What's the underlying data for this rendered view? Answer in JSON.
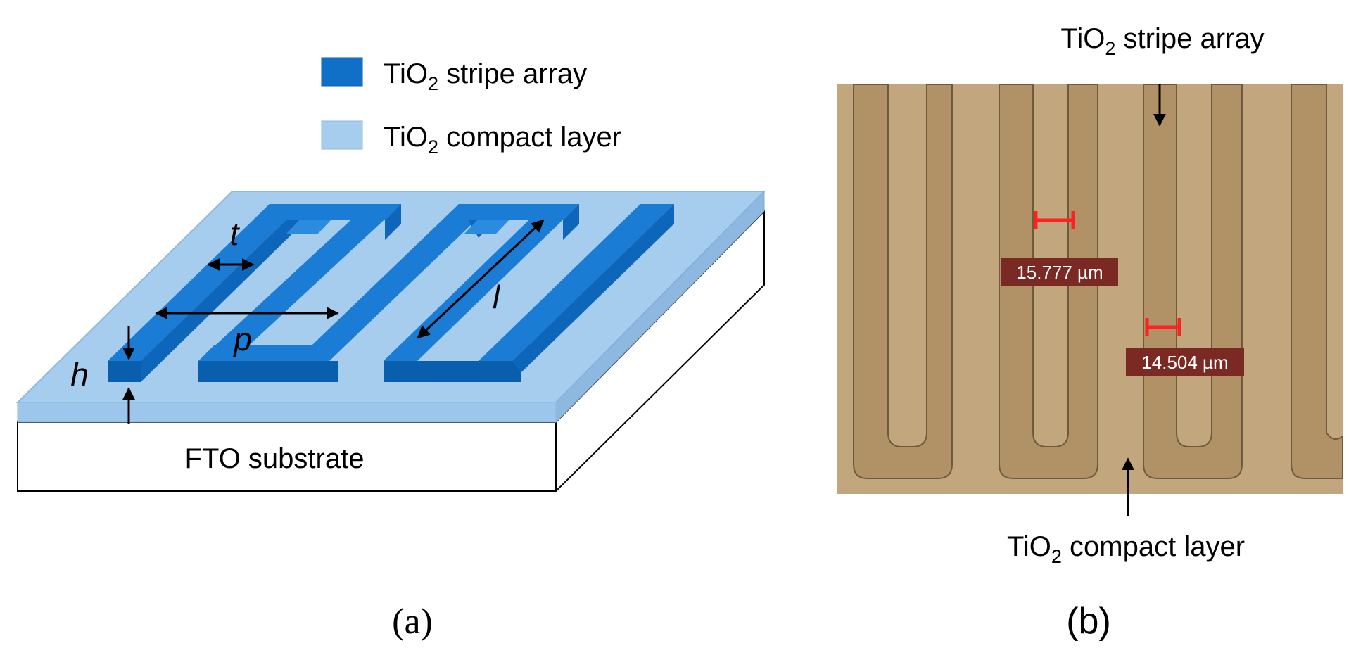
{
  "colors": {
    "stripe": "#1070C8",
    "stripe_top": "#1A7CD4",
    "stripe_side": "#0A5EAE",
    "compact_top": "#A7CDEE",
    "compact_side": "#8FB8E0",
    "substrate": "#FFFFFF",
    "micrograph_bg": "#C2A77E",
    "micrograph_stripe": "#B29468",
    "scale_bar": "#FF2020",
    "label_box": "#7A2A22"
  },
  "panel_a": {
    "legend": [
      {
        "prefix": "TiO",
        "sub": "2",
        "suffix": " stripe array",
        "swatch": "stripe"
      },
      {
        "prefix": "TiO",
        "sub": "2",
        "suffix": " compact layer",
        "swatch": "compact"
      }
    ],
    "substrate_label": "FTO substrate",
    "dimensions": {
      "t": "t",
      "p": "p",
      "l": "l",
      "h": "h"
    },
    "caption": "(a)"
  },
  "panel_b": {
    "top_label": {
      "prefix": "TiO",
      "sub": "2",
      "suffix": " stripe array"
    },
    "bottom_label": {
      "prefix": "TiO",
      "sub": "2",
      "suffix": " compact layer"
    },
    "measurements": [
      {
        "value": "15.777 µm"
      },
      {
        "value": "14.504 µm"
      }
    ],
    "caption": "(b)"
  }
}
